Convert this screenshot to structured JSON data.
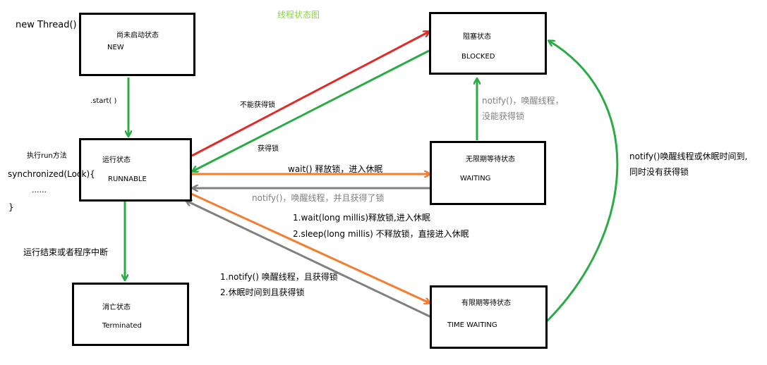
{
  "title": "线程状态图",
  "colors": {
    "title": "#92d050",
    "red": "#e02b2b",
    "green": "#2bab46",
    "orange": "#f47d30",
    "gray": "#808080"
  },
  "states": {
    "new": {
      "cn": "尚未启动状态",
      "en": "NEW"
    },
    "runnable": {
      "cn": "运行状态",
      "en": "RUNNABLE"
    },
    "blocked": {
      "cn": "阻塞状态",
      "en": "BLOCKED"
    },
    "waiting": {
      "cn": "无限期等待状态",
      "en": "WAITING"
    },
    "timed": {
      "cn": "有限期等待状态",
      "en": "TIME  WAITING"
    },
    "terminated": {
      "cn": "消亡状态",
      "en": "Terminated"
    }
  },
  "labels": {
    "new_thread": "new Thread()",
    "start": ".start( )",
    "run_method": "执行run方法",
    "sync_open": "synchronized(Lock){",
    "sync_dots": "......",
    "sync_close": "}",
    "end": "运行结束或者程序中断",
    "no_lock": "不能获得锁",
    "got_lock": "获得锁",
    "wait_release": "wait()  释放锁，进入休眠",
    "notify_got": "notify()，唤醒线程，并且获得了锁",
    "notify_waiting_1": "notify()，唤醒线程，",
    "notify_waiting_2": "没能获得锁",
    "timed_enter_1": "1.wait(long millis)释放锁,进入休眠",
    "timed_enter_2": "2.sleep(long millis) 不释放锁，直接进入休眠",
    "timed_exit_1": "1.notify() 唤醒线程，且获得锁",
    "timed_exit_2": "2.休眠时间到且获得锁",
    "timed_blocked_1": "notify()唤醒线程或休眠时间到,",
    "timed_blocked_2": "同时没有获得锁"
  }
}
